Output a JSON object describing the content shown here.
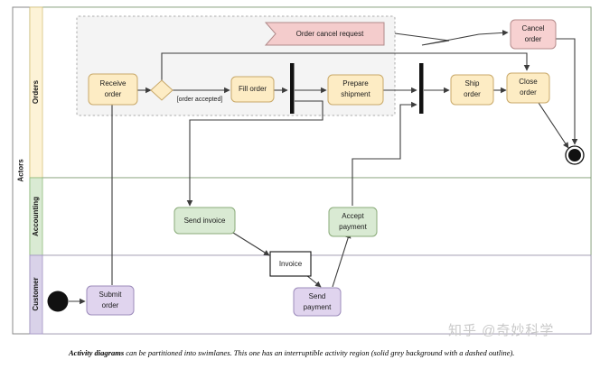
{
  "diagram": {
    "kind": "uml-activity-diagram",
    "outer_partition_label": "Actors",
    "colors": {
      "orders_lane": "#fdf3d7",
      "accounting_lane": "#d9ead3",
      "customer_lane": "#d9d2e9",
      "action_orders": "#fdecc4",
      "action_accounting": "#d9ead3",
      "action_customer": "#e0d4ee",
      "signal_receipt": "#f4cccc",
      "cancel_action": "#f7d1d1",
      "region_background": "#f5f5f5",
      "edge": "#3c3c3c",
      "object_node": "#ffffff"
    },
    "lanes": [
      {
        "label": "Orders",
        "fill": "#fdf3d7"
      },
      {
        "label": "Accounting",
        "fill": "#d9ead3"
      },
      {
        "label": "Customer",
        "fill": "#d9d2e9"
      }
    ],
    "region": {
      "name": "interruptible-activity-region",
      "style": "solid grey background with a dashed outline"
    },
    "nodes": [
      {
        "id": "start",
        "type": "initial-node",
        "label": "",
        "lane": "Customer"
      },
      {
        "id": "submit-order",
        "type": "action",
        "label": "Submit\norder",
        "line1": "Submit",
        "line2": "order",
        "lane": "Customer"
      },
      {
        "id": "receive-order",
        "type": "action",
        "label": "Receive\norder",
        "line1": "Receive",
        "line2": "order",
        "lane": "Orders"
      },
      {
        "id": "decision",
        "type": "decision-node",
        "label": "",
        "lane": "Orders"
      },
      {
        "id": "fill-order",
        "type": "action",
        "label": "Fill order",
        "line1": "Fill order",
        "line2": "",
        "lane": "Orders"
      },
      {
        "id": "fork",
        "type": "fork-node",
        "label": "",
        "lane": "Orders"
      },
      {
        "id": "prepare-shipment",
        "type": "action",
        "label": "Prepare\nshipment",
        "line1": "Prepare",
        "line2": "shipment",
        "lane": "Orders"
      },
      {
        "id": "join",
        "type": "join-node",
        "label": "",
        "lane": "Orders"
      },
      {
        "id": "ship-order",
        "type": "action",
        "label": "Ship\norder",
        "line1": "Ship",
        "line2": "order",
        "lane": "Orders"
      },
      {
        "id": "close-order",
        "type": "action",
        "label": "Close\norder",
        "line1": "Close",
        "line2": "order",
        "lane": "Orders"
      },
      {
        "id": "cancel-order",
        "type": "action",
        "label": "Cancel\norder",
        "line1": "Cancel",
        "line2": "order",
        "lane": "Orders"
      },
      {
        "id": "order-cancel-request",
        "type": "accept-signal-action",
        "label": "Order cancel request",
        "line1": "Order cancel request",
        "line2": "",
        "lane": "Orders"
      },
      {
        "id": "send-invoice",
        "type": "action",
        "label": "Send invoice",
        "line1": "Send invoice",
        "line2": "",
        "lane": "Accounting"
      },
      {
        "id": "accept-payment",
        "type": "action",
        "label": "Accept\npayment",
        "line1": "Accept",
        "line2": "payment",
        "lane": "Accounting"
      },
      {
        "id": "invoice",
        "type": "object-node",
        "label": "Invoice",
        "line1": "Invoice",
        "line2": "",
        "lane": "Accounting"
      },
      {
        "id": "send-payment",
        "type": "action",
        "label": "Send\npayment",
        "line1": "Send",
        "line2": "payment",
        "lane": "Customer"
      },
      {
        "id": "final",
        "type": "activity-final-node",
        "label": "",
        "lane": "Orders"
      }
    ],
    "edges": [
      {
        "from": "start",
        "to": "submit-order",
        "guard": ""
      },
      {
        "from": "submit-order",
        "to": "receive-order",
        "guard": ""
      },
      {
        "from": "receive-order",
        "to": "decision",
        "guard": ""
      },
      {
        "from": "decision",
        "to": "fill-order",
        "guard": "[order accepted]"
      },
      {
        "from": "decision",
        "to": "close-order",
        "guard": ""
      },
      {
        "from": "fill-order",
        "to": "fork",
        "guard": ""
      },
      {
        "from": "fork",
        "to": "prepare-shipment",
        "guard": ""
      },
      {
        "from": "fork",
        "to": "send-invoice",
        "guard": ""
      },
      {
        "from": "prepare-shipment",
        "to": "join",
        "guard": ""
      },
      {
        "from": "accept-payment",
        "to": "join",
        "guard": ""
      },
      {
        "from": "join",
        "to": "ship-order",
        "guard": ""
      },
      {
        "from": "ship-order",
        "to": "close-order",
        "guard": ""
      },
      {
        "from": "send-invoice",
        "to": "invoice",
        "guard": ""
      },
      {
        "from": "invoice",
        "to": "send-payment",
        "guard": ""
      },
      {
        "from": "send-payment",
        "to": "accept-payment",
        "guard": ""
      },
      {
        "from": "order-cancel-request",
        "to": "cancel-order",
        "guard": "",
        "style": "interrupting-zigzag"
      },
      {
        "from": "cancel-order",
        "to": "final",
        "guard": ""
      },
      {
        "from": "close-order",
        "to": "final",
        "guard": ""
      }
    ],
    "guard_labels": [
      {
        "text": "[order accepted]"
      }
    ]
  },
  "caption": {
    "bold_part": "Activity diagrams",
    "rest": " can be partitioned into swimlanes. This one has an interruptible activity region (solid grey background with a dashed outline)."
  },
  "watermark": {
    "text": "知乎 @奇妙科学"
  }
}
